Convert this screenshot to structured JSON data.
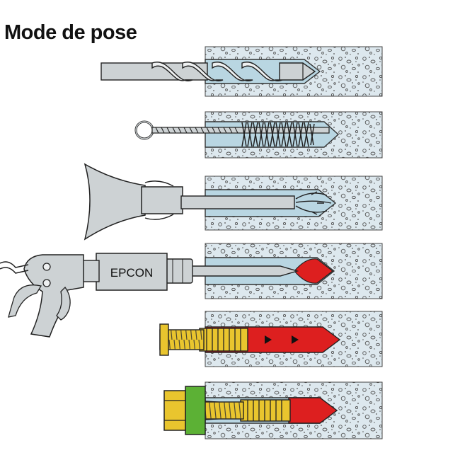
{
  "title": "Mode de pose",
  "steps": [
    {
      "id": 1,
      "name": "drill"
    },
    {
      "id": 2,
      "name": "brush"
    },
    {
      "id": 3,
      "name": "blow-out"
    },
    {
      "id": 4,
      "name": "inject"
    },
    {
      "id": 5,
      "name": "insert-anchor"
    },
    {
      "id": 6,
      "name": "tighten-nut"
    }
  ],
  "gun": {
    "label": "EPCON"
  },
  "colors": {
    "concrete": "#dde8ee",
    "hole": "#b9d6e2",
    "steel": "#cdd2d4",
    "resin": "#dd1f1f",
    "sleeve": "#e9c52e",
    "washer": "#5cb135",
    "outline": "#222222"
  }
}
